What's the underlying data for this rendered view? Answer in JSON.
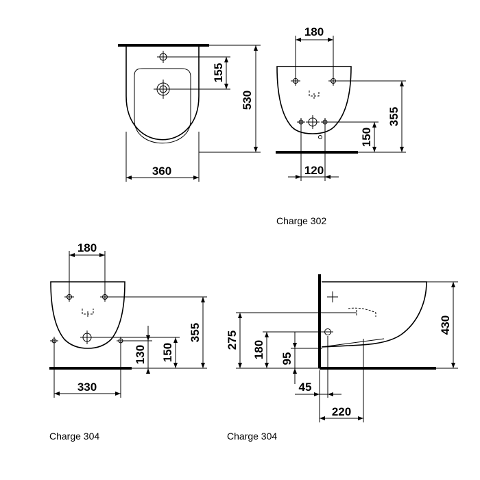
{
  "top_view": {
    "width": "360",
    "height": "530",
    "tap_offset": "155"
  },
  "front_view_302": {
    "bolt_spacing": "180",
    "bottom_spacing": "120",
    "bolt_height": "355",
    "drain_height": "150",
    "caption": "Charge 302"
  },
  "front_view_304": {
    "bolt_spacing": "180",
    "floor_bolt_spacing": "330",
    "bolt_height": "355",
    "drain_height_a": "130",
    "drain_height_b": "150",
    "caption": "Charge 304"
  },
  "side_view_304": {
    "overall_height": "430",
    "drain_height": "275",
    "inlet_height": "180",
    "outlet_height": "95",
    "outlet_depth": "45",
    "projection": "220",
    "caption": "Charge 304"
  }
}
